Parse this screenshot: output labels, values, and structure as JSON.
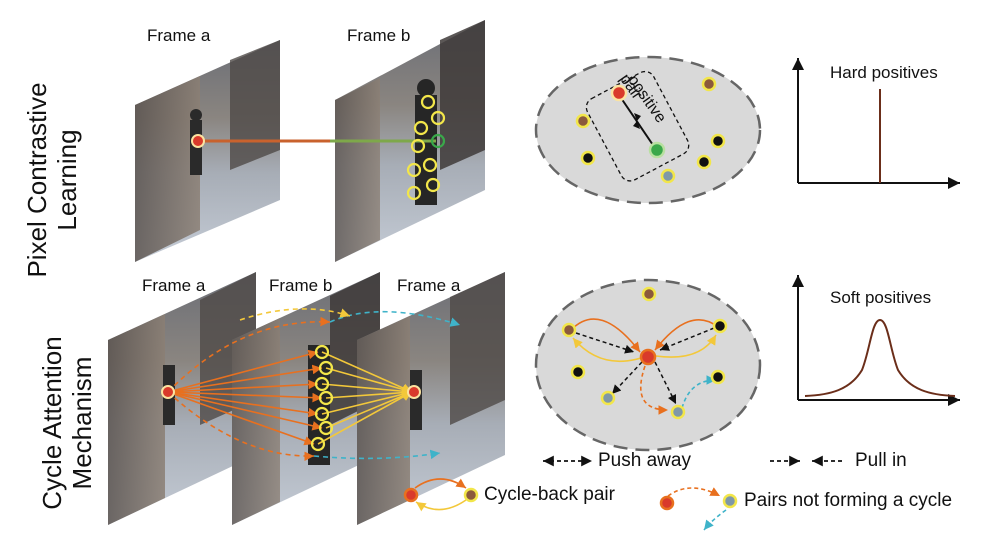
{
  "rows": {
    "top_label": "Pixel Contrastive Learning",
    "bottom_label": "Cycle Attention Mechanism"
  },
  "top_frames": [
    "Frame a",
    "Frame b"
  ],
  "bottom_frames": [
    "Frame a",
    "Frame b",
    "Frame a"
  ],
  "embedding": {
    "positive_word": "positive",
    "pair_word": "pair"
  },
  "charts": {
    "hard_title": "Hard positives",
    "soft_title": "Soft positives"
  },
  "legend": {
    "push_away": "Push away",
    "pull_in": "Pull in",
    "cycle_back": "Cycle-back pair",
    "not_cycle": "Pairs not forming a cycle"
  },
  "colors": {
    "anchor": "#d93a2b",
    "positive": "#3aa84a",
    "negative": "#f2e64a",
    "ellipse_fill": "#d9d9d9",
    "curve": "#6b2e1a",
    "orange": "#e8701f",
    "yellow": "#f3d23a",
    "cyan": "#3fb3c9"
  }
}
